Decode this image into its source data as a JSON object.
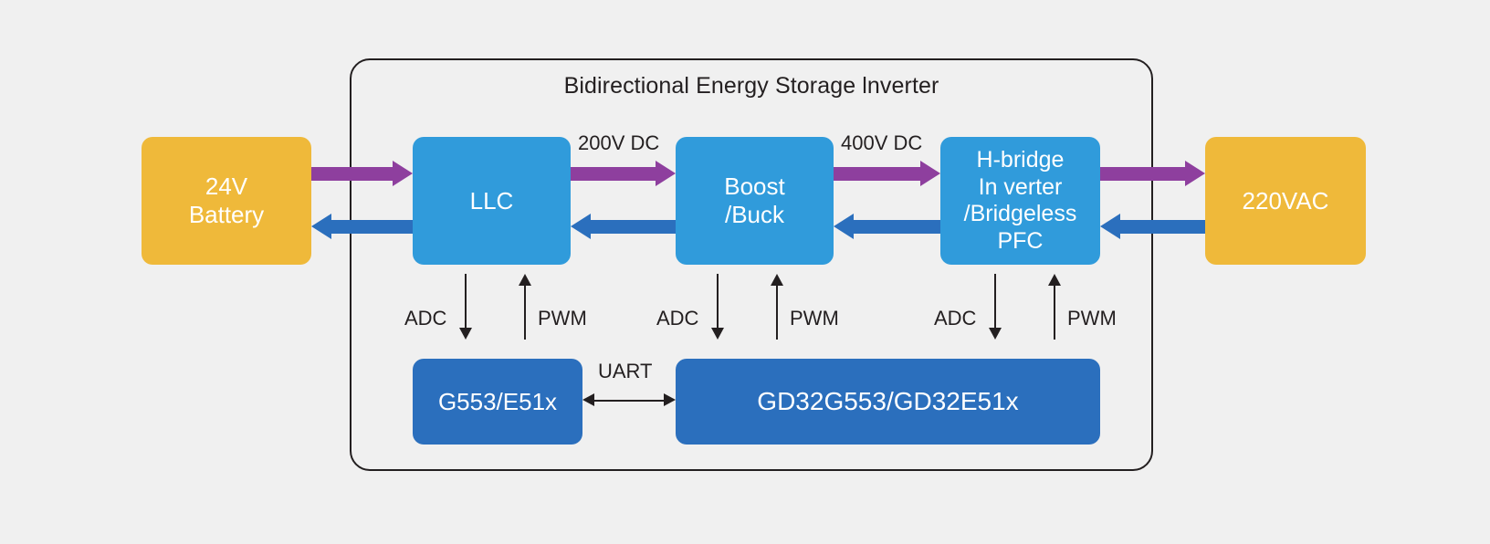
{
  "enclosure": {
    "title": "Bidirectional Energy Storage lnverter"
  },
  "colors": {
    "background": "#f0f0f0",
    "source_block": "#efb93a",
    "converter_block": "#309bdb",
    "mcu_block": "#2b6fbd",
    "forward_arrow": "#8e3f9e",
    "reverse_arrow": "#2b6fbd",
    "signal_arrow": "#231f20",
    "outline": "#231f20",
    "block_text": "#ffffff",
    "label_text": "#231f20"
  },
  "blocks": {
    "battery": "24V\nBattery",
    "llc": "LLC",
    "boost_buck": "Boost\n/Buck",
    "hbridge": "H-bridge\nIn verter\n/Bridgeless\nPFC",
    "ac_mains": "220VAC",
    "mcu_left": "G553/E51x",
    "mcu_right": "GD32G553/GD32E51x"
  },
  "bus_labels": {
    "dc_200": "200V DC",
    "dc_400": "400V DC"
  },
  "signal_labels": {
    "adc_llc": "ADC",
    "pwm_llc": "PWM",
    "adc_boost": "ADC",
    "pwm_boost": "PWM",
    "adc_hbridge": "ADC",
    "pwm_hbridge": "PWM",
    "uart": "UART"
  },
  "diagram_data": {
    "type": "block-diagram",
    "stages": [
      {
        "name": "24V Battery",
        "role": "dc-source",
        "voltage": "24V"
      },
      {
        "name": "LLC",
        "role": "isolated-dc-dc"
      },
      {
        "name": "Boost/Buck",
        "role": "dc-dc"
      },
      {
        "name": "H-bridge Inverter/Bridgeless PFC",
        "role": "dc-ac"
      },
      {
        "name": "220VAC",
        "role": "ac-grid",
        "voltage": "220VAC"
      }
    ],
    "power_buses": [
      {
        "from": "24V Battery",
        "to": "LLC",
        "label": ""
      },
      {
        "from": "LLC",
        "to": "Boost/Buck",
        "label": "200V DC"
      },
      {
        "from": "Boost/Buck",
        "to": "H-bridge",
        "label": "400V DC"
      },
      {
        "from": "H-bridge",
        "to": "220VAC",
        "label": ""
      }
    ],
    "bidirectional": true,
    "controllers": [
      {
        "name": "G553/E51x",
        "controls": [
          "LLC"
        ],
        "signals": [
          "ADC",
          "PWM"
        ]
      },
      {
        "name": "GD32G553/GD32E51x",
        "controls": [
          "Boost/Buck",
          "H-bridge"
        ],
        "signals": [
          "ADC",
          "PWM"
        ]
      }
    ],
    "controller_link": {
      "from": "G553/E51x",
      "to": "GD32G553/GD32E51x",
      "protocol": "UART",
      "direction": "bidirectional"
    }
  }
}
